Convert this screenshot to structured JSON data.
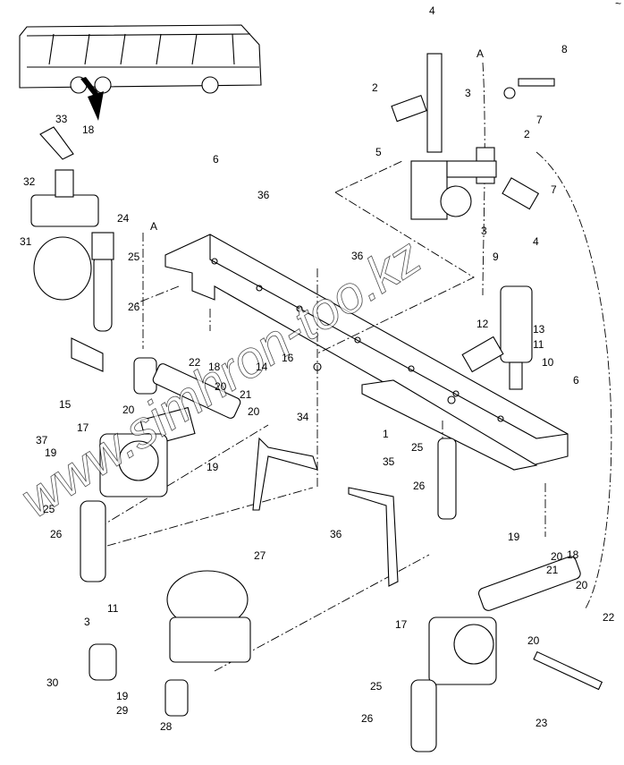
{
  "watermark": "www.simhron-too.kz",
  "corner_mark": "~",
  "section_marker": "A",
  "callouts": [
    "4",
    "8",
    "A",
    "2",
    "3",
    "7",
    "5",
    "2",
    "7",
    "3",
    "4",
    "33",
    "18",
    "32",
    "31",
    "24",
    "25",
    "26",
    "6",
    "36",
    "36",
    "A",
    "9",
    "12",
    "13",
    "11",
    "10",
    "6",
    "22",
    "18",
    "14",
    "16",
    "20",
    "21",
    "20",
    "20",
    "17",
    "19",
    "19",
    "34",
    "1",
    "25",
    "26",
    "35",
    "37",
    "15",
    "25",
    "26",
    "36",
    "27",
    "11",
    "3",
    "30",
    "19",
    "29",
    "28",
    "19",
    "20",
    "21",
    "18",
    "20",
    "22",
    "17",
    "20",
    "25",
    "26",
    "23"
  ]
}
